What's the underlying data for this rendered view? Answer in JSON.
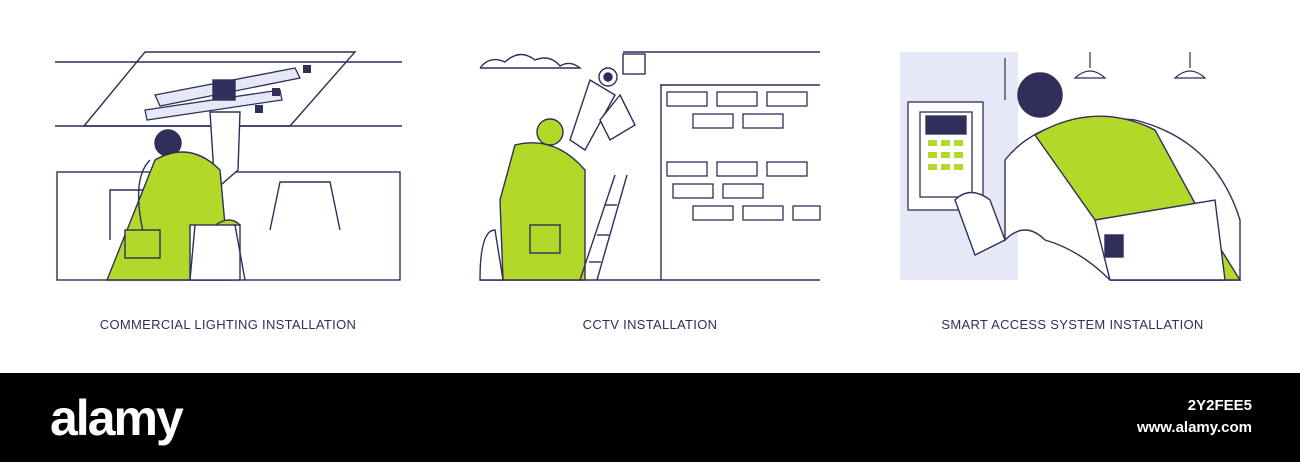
{
  "colors": {
    "outline": "#2f2f5a",
    "accent": "#b2d92a",
    "wall": "#e6e7f7",
    "background": "#ffffff",
    "footer": "#000000"
  },
  "panels": [
    {
      "caption": "COMMERCIAL LIGHTING INSTALLATION",
      "illustration": "worker-installing-ceiling-light"
    },
    {
      "caption": "CCTV INSTALLATION",
      "illustration": "worker-on-ladder-installing-camera"
    },
    {
      "caption": "SMART ACCESS SYSTEM INSTALLATION",
      "illustration": "worker-installing-keypad"
    }
  ],
  "footer": {
    "logo": "alamy",
    "image_id": "2Y2FEE5",
    "site": "www.alamy.com"
  }
}
